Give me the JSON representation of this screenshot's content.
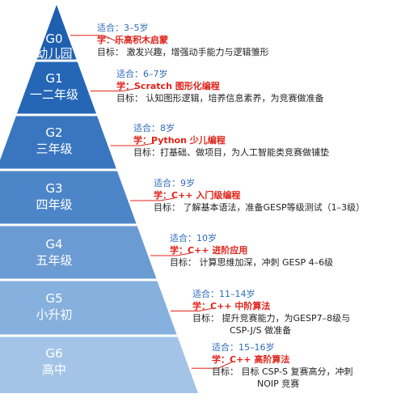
{
  "colors": {
    "accent_blue": "#2f6bb8",
    "learn_red": "#e0231a",
    "tier_fills": [
      "#1e5fb0",
      "#2567b6",
      "#3a76bf",
      "#4d86c8",
      "#6a9bd3",
      "#86b0dd",
      "#a3c4e7"
    ]
  },
  "levels": [
    {
      "code": "G0",
      "grade": "幼儿园",
      "age": "适合：3–5岁",
      "learn": "学：乐高积木启蒙",
      "goal": "目标：  激发兴趣，增强动手能力与逻辑雏形"
    },
    {
      "code": "G1",
      "grade": "一二年级",
      "age": "适合：6–7岁",
      "learn": "学：Scratch 图形化编程",
      "goal": "目标：  认知图形逻辑，培养信息素养，为竞赛做准备"
    },
    {
      "code": "G2",
      "grade": "三年级",
      "age": "适合：8岁",
      "learn": "学：Python 少儿编程",
      "goal": "目标：打基础、做项目，为人工智能类竞赛做铺垫"
    },
    {
      "code": "G3",
      "grade": "四年级",
      "age": "适合：9岁",
      "learn": "学：C++ 入门级编程",
      "goal": "目标：  了解基本语法，准备GESP等级测试（1–3级）"
    },
    {
      "code": "G4",
      "grade": "五年级",
      "age": "适合：10岁",
      "learn": "学：C++ 进阶应用",
      "goal": "目标：  计算思维加深，冲刺 GESP 4–6级"
    },
    {
      "code": "G5",
      "grade": "小升初",
      "age": "适合：11–14岁",
      "learn": "学：C++ 中阶算法",
      "goal": "目标：  提升竞赛能力，为GESP7–8级与",
      "goal2": "CSP-J/S 做准备"
    },
    {
      "code": "G6",
      "grade": "高中",
      "age": "适合：15–16岁",
      "learn": "学：C++ 高阶算法",
      "goal": "目标：  目标 CSP-S 复赛高分，冲刺",
      "goal2": "NOIP 竞赛"
    }
  ]
}
